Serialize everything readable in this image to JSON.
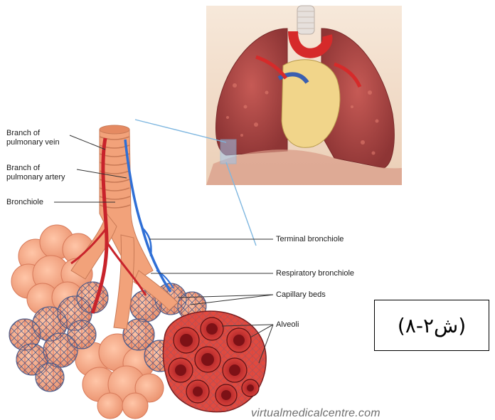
{
  "labels": {
    "pulmonary_vein": [
      "Branch of",
      "pulmonary vein"
    ],
    "pulmonary_artery": [
      "Branch of",
      "pulmonary artery"
    ],
    "bronchiole": "Bronchiole",
    "terminal_bronchiole": "Terminal bronchiole",
    "respiratory_bronchiole": "Respiratory bronchiole",
    "capillary_beds": "Capillary beds",
    "alveoli": "Alveoli"
  },
  "figure_number": "(ش۲-۸)",
  "watermark": "virtualmedicalcentre.com",
  "colors": {
    "vein": "#c8232b",
    "artery": "#2f6fd6",
    "airway": "#f2a27a",
    "alveoli": "#f5a482",
    "lung": "#b84a4a",
    "heart": "#f1d58a",
    "pointer": "#7fb7e0"
  }
}
